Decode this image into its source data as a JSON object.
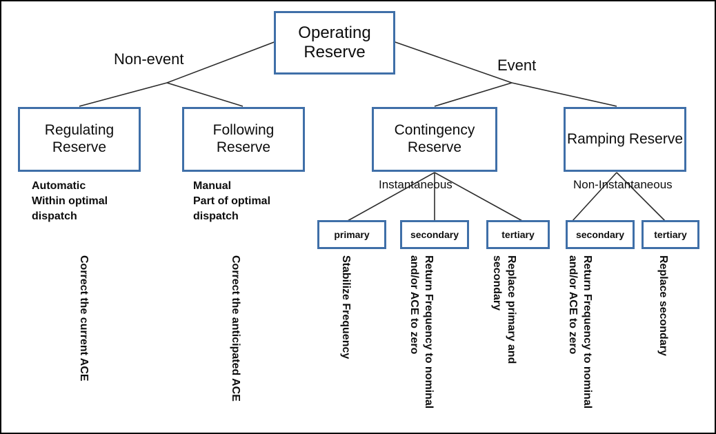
{
  "diagram": {
    "title_node": {
      "label": "Operating\nReserve"
    },
    "edge_labels": {
      "left": "Non-event",
      "right": "Event"
    },
    "level2": [
      {
        "label": "Regulating\nReserve"
      },
      {
        "label": "Following\nReserve"
      },
      {
        "label": "Contingency\nReserve"
      },
      {
        "label": "Ramping\nReserve"
      }
    ],
    "notes": [
      {
        "text": "Automatic\nWithin optimal\ndispatch"
      },
      {
        "text": "Manual\nPart of optimal\ndispatch"
      }
    ],
    "branch_labels": [
      {
        "text": "Instantaneous"
      },
      {
        "text": "Non-Instantaneous"
      }
    ],
    "leaves": [
      {
        "label": "primary"
      },
      {
        "label": "secondary"
      },
      {
        "label": "tertiary"
      },
      {
        "label": "secondary"
      },
      {
        "label": "tertiary"
      }
    ],
    "vertical_labels": [
      {
        "line1": "Correct the current ACE",
        "line2": ""
      },
      {
        "line1": "Correct the anticipated ACE",
        "line2": ""
      },
      {
        "line1": "Stabilize Frequency",
        "line2": ""
      },
      {
        "line1": "Return Frequency to nominal",
        "line2": "and/or ACE to zero"
      },
      {
        "line1": "Replace primary and",
        "line2": "secondary"
      },
      {
        "line1": "Return Frequency to nominal",
        "line2": "and/or ACE to zero"
      },
      {
        "line1": "Replace secondary",
        "line2": ""
      }
    ],
    "colors": {
      "node_border": "#3f6fa8",
      "edge_line": "#2b2b2b",
      "text": "#0d0d0d",
      "background": "#ffffff",
      "frame": "#000000"
    }
  }
}
